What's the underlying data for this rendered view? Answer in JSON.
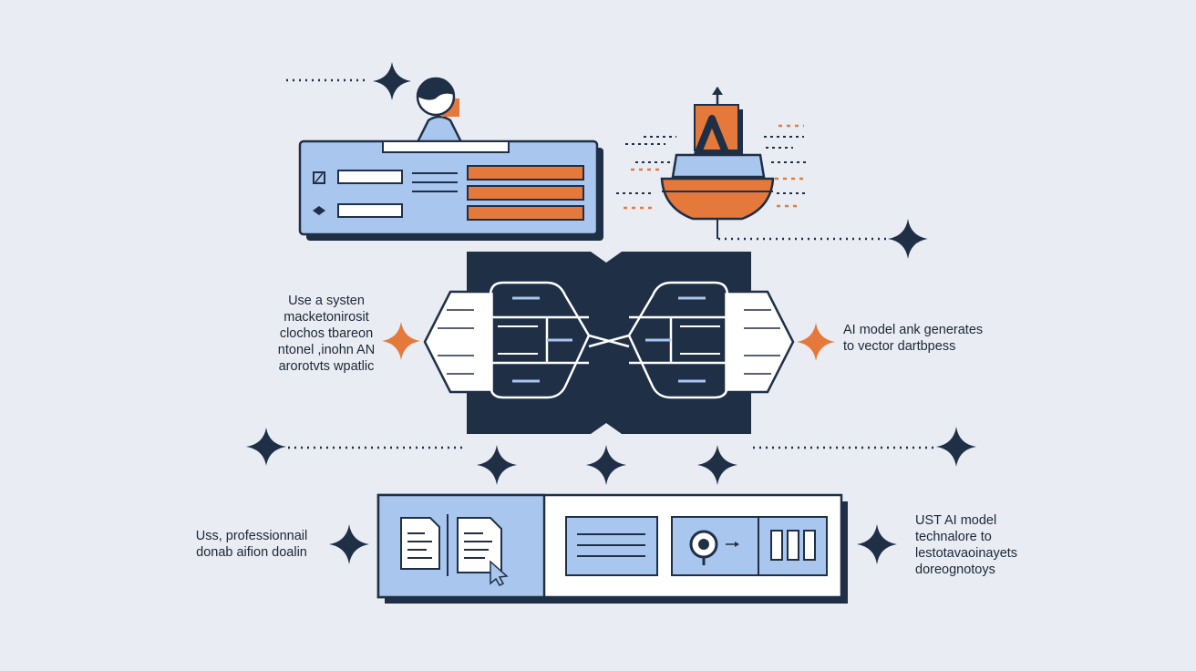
{
  "palette": {
    "background": "#e9edf3",
    "navy": "#1f2f46",
    "blue": "#a9c6ef",
    "orange": "#e5793c",
    "white": "#ffffff"
  },
  "captions": {
    "left_middle": "Use a systen\nmacketonirosit\nclochos tbareon\nntonel ,inohn AN\narorotvts wpatlic",
    "right_middle": "AI model ank generates\nto vector dartbpess",
    "left_bottom": "Uss, professionnail\ndonab aifion doalin",
    "right_bottom": "UST AI model\ntechnalore to\nlestotavaoinayets\ndoreognotoys"
  },
  "icons": [
    "user-avatar-icon",
    "form-panel-icon",
    "checkbox-icon",
    "dropdown-arrow-icon",
    "upload-arrow-icon",
    "boat-icon",
    "neural-network-icon",
    "sparkle-icon",
    "document-icon",
    "document-cursor-icon",
    "search-icon",
    "arrow-right-icon",
    "columns-icon"
  ]
}
